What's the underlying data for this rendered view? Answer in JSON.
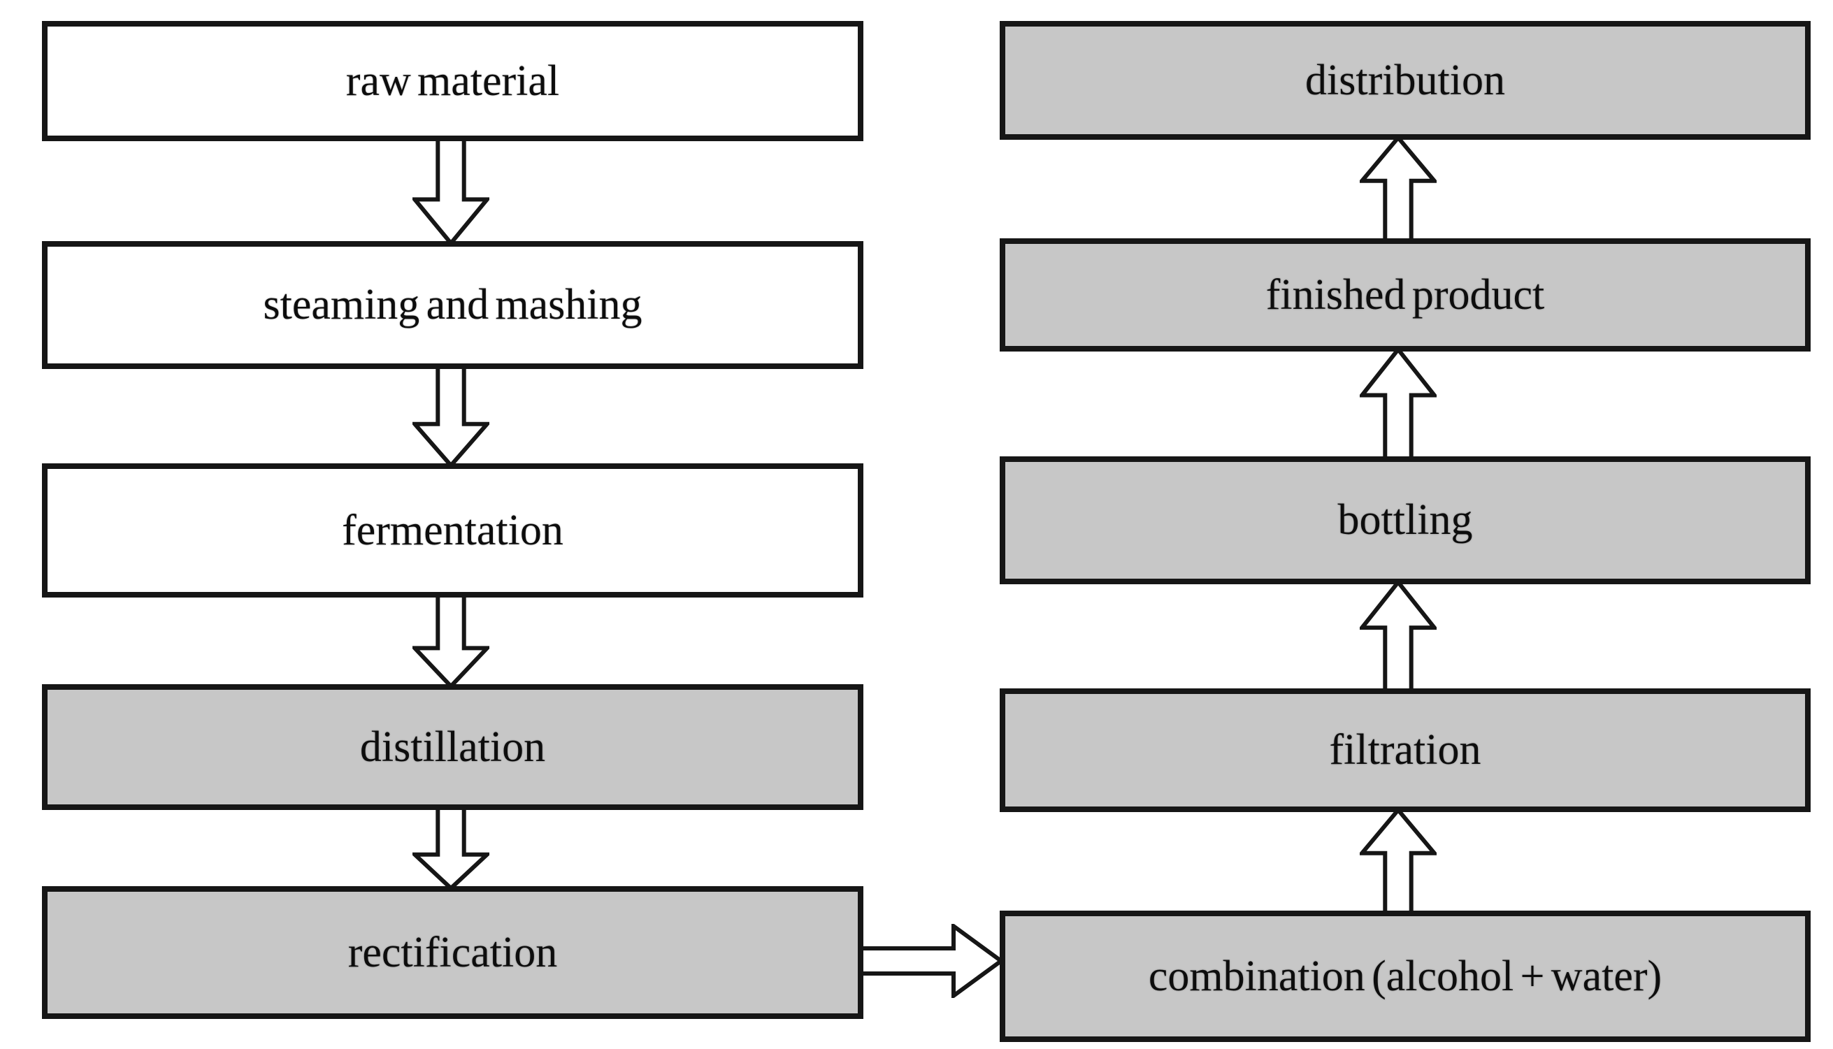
{
  "diagram": {
    "type": "flowchart",
    "subject": "production process flow",
    "left_flow": [
      {
        "id": "raw-material",
        "label": "raw material",
        "variant": "white"
      },
      {
        "id": "steaming-mashing",
        "label": "steaming and mashing",
        "variant": "white"
      },
      {
        "id": "fermentation",
        "label": "fermentation",
        "variant": "white"
      },
      {
        "id": "distillation",
        "label": "distillation",
        "variant": "gray"
      },
      {
        "id": "rectification",
        "label": "rectification",
        "variant": "gray"
      }
    ],
    "right_flow": [
      {
        "id": "distribution",
        "label": "distribution",
        "variant": "gray"
      },
      {
        "id": "finished-product",
        "label": "finished product",
        "variant": "gray"
      },
      {
        "id": "bottling",
        "label": "bottling",
        "variant": "gray"
      },
      {
        "id": "filtration",
        "label": "filtration",
        "variant": "gray"
      },
      {
        "id": "combination",
        "label": "combination (alcohol + water)",
        "variant": "gray"
      }
    ],
    "edges": [
      {
        "from": "raw-material",
        "to": "steaming-mashing",
        "direction": "down"
      },
      {
        "from": "steaming-mashing",
        "to": "fermentation",
        "direction": "down"
      },
      {
        "from": "fermentation",
        "to": "distillation",
        "direction": "down"
      },
      {
        "from": "distillation",
        "to": "rectification",
        "direction": "down"
      },
      {
        "from": "rectification",
        "to": "combination",
        "direction": "right"
      },
      {
        "from": "combination",
        "to": "filtration",
        "direction": "up"
      },
      {
        "from": "filtration",
        "to": "bottling",
        "direction": "up"
      },
      {
        "from": "bottling",
        "to": "finished-product",
        "direction": "up"
      },
      {
        "from": "finished-product",
        "to": "distribution",
        "direction": "up"
      }
    ],
    "colors": {
      "box_white_fill": "#ffffff",
      "box_gray_fill": "#c7c7c7",
      "border": "#161616",
      "text": "#0d0d0d",
      "background": "#ffffff",
      "arrow_fill": "#ffffff"
    }
  }
}
